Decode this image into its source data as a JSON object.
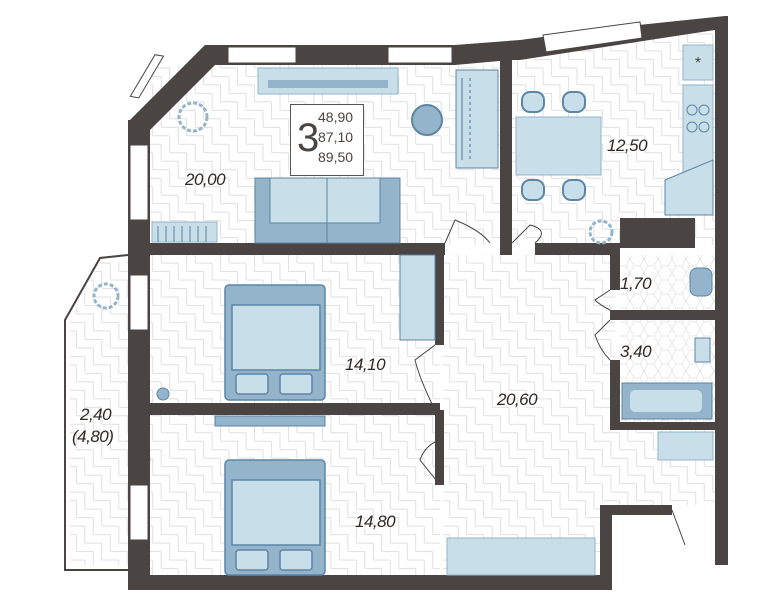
{
  "summary": {
    "rooms_count": "3",
    "areas": [
      "48,90",
      "87,10",
      "89,50"
    ]
  },
  "rooms": {
    "living": "20,00",
    "kitchen": "12,50",
    "toilet": "1,70",
    "bathroom": "3,40",
    "bedroom1": "14,10",
    "hall": "20,60",
    "bedroom2": "14,80",
    "balcony": "2,40",
    "balcony_full": "(4,80)"
  },
  "colors": {
    "wall": "#4a4542",
    "furniture_light": "#c8dfea",
    "furniture_mid": "#93b4ca",
    "furniture_dark": "#5c85a6"
  }
}
